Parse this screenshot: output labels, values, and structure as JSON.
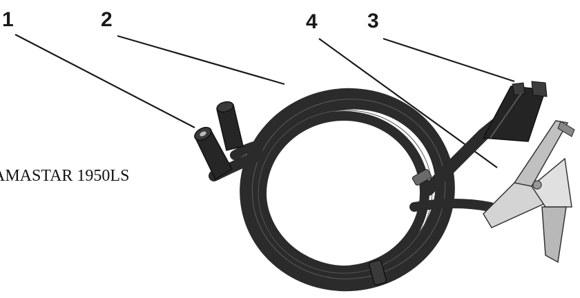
{
  "callouts": [
    {
      "label": "1",
      "part": "electrode-holder-cable-plug"
    },
    {
      "label": "2",
      "part": "welding-cable"
    },
    {
      "label": "3",
      "part": "electrode-holder"
    },
    {
      "label": "4",
      "part": "ground-clamp"
    }
  ],
  "caption": "AMASTAR 1950LS",
  "colors": {
    "background": "#ffffff",
    "cable": "#2b2b2b",
    "leader_line": "#1a1a1a",
    "clamp_metal": "#c8c8c8"
  }
}
